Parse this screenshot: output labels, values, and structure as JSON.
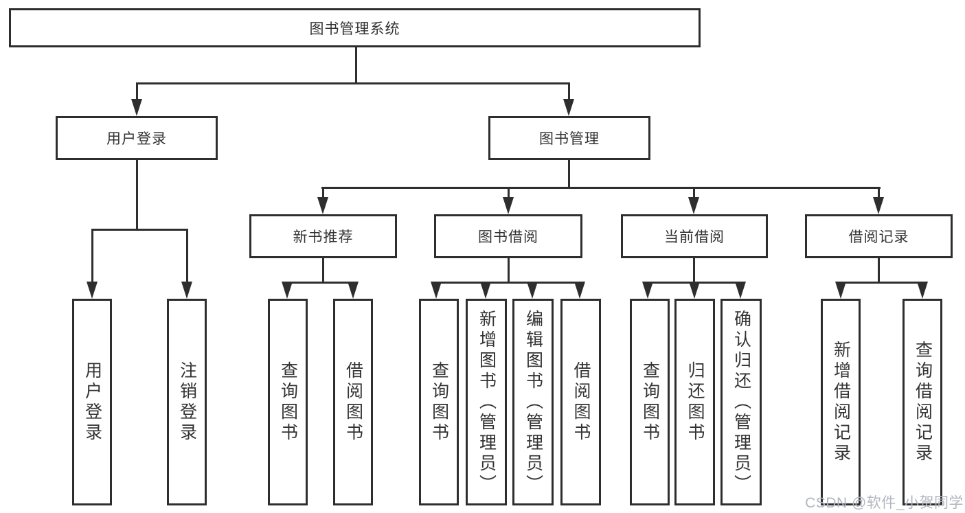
{
  "diagram": {
    "root": "图书管理系统",
    "branches": [
      {
        "label": "用户登录",
        "children": [
          "用户登录",
          "注销登录"
        ]
      },
      {
        "label": "图书管理",
        "sections": [
          {
            "label": "新书推荐",
            "children": [
              "查询图书",
              "借阅图书"
            ]
          },
          {
            "label": "图书借阅",
            "children": [
              "查询图书",
              "新增图书（管理员）",
              "编辑图书（管理员）",
              "借阅图书"
            ]
          },
          {
            "label": "当前借阅",
            "children": [
              "查询图书",
              "归还图书",
              "确认归还（管理员）"
            ]
          },
          {
            "label": "借阅记录",
            "children": [
              "新增借阅记录",
              "查询借阅记录"
            ]
          }
        ]
      }
    ]
  },
  "watermark": {
    "text": "CSDN @软件_小贺同学"
  }
}
